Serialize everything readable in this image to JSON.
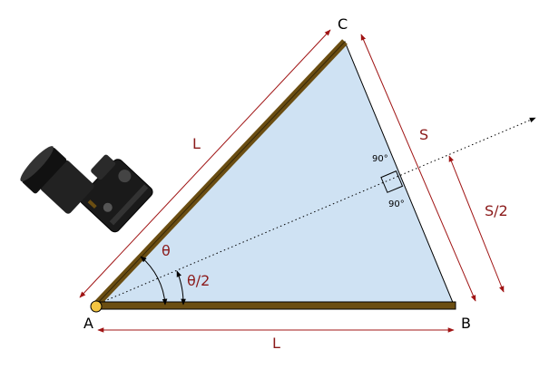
{
  "points": {
    "a": "A",
    "b": "B",
    "c": "C"
  },
  "lengths": {
    "rod_upper": "L",
    "rod_base": "L",
    "side_s": "S",
    "half_s": "S/2"
  },
  "angles": {
    "theta": "θ",
    "half_theta": "θ/2",
    "right_top": "90°",
    "right_bottom": "90°"
  },
  "colors": {
    "triangle_fill": "#cfe2f3",
    "rod": "#6b4e12",
    "measure": "#a01414",
    "label_red": "#8b1a1a",
    "hinge": "#f4c542",
    "camera_body": "#1a1a1a"
  },
  "icons": {
    "camera": "dslr-camera-icon",
    "hinge": "hinge-pivot-icon"
  }
}
